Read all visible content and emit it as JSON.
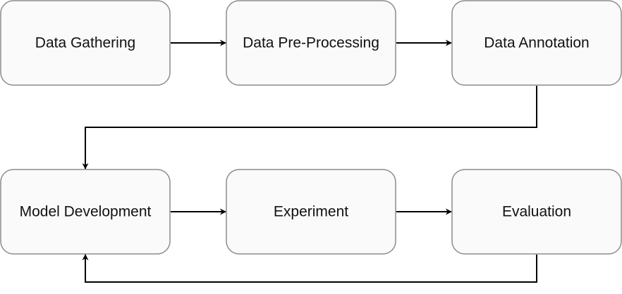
{
  "nodes": [
    {
      "id": "data-gathering",
      "label": "Data Gathering"
    },
    {
      "id": "data-pre-processing",
      "label": "Data Pre-Processing"
    },
    {
      "id": "data-annotation",
      "label": "Data Annotation"
    },
    {
      "id": "model-development",
      "label": "Model Development"
    },
    {
      "id": "experiment",
      "label": "Experiment"
    },
    {
      "id": "evaluation",
      "label": "Evaluation"
    }
  ],
  "edges": [
    {
      "from": "data-gathering",
      "to": "data-pre-processing"
    },
    {
      "from": "data-pre-processing",
      "to": "data-annotation"
    },
    {
      "from": "data-annotation",
      "to": "model-development"
    },
    {
      "from": "model-development",
      "to": "experiment"
    },
    {
      "from": "experiment",
      "to": "evaluation"
    },
    {
      "from": "evaluation",
      "to": "model-development"
    }
  ],
  "colors": {
    "node_fill": "#fafafa",
    "node_border": "#8c8c8c",
    "edge": "#000000",
    "text": "#111111"
  }
}
